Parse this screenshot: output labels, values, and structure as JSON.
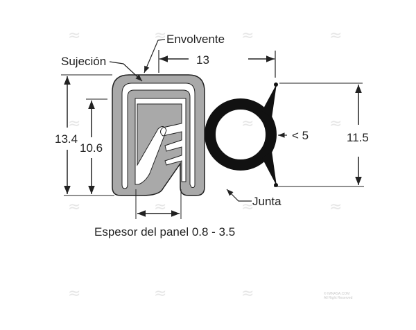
{
  "labels": {
    "envolvente": "Envolvente",
    "sujecion": "Sujeción",
    "junta": "Junta",
    "espesor": "Espesor del panel 0.8 - 3.5"
  },
  "dimensions": {
    "width": "13",
    "total_height": "13.4",
    "inner_height": "10.6",
    "seal_height": "11.5",
    "seal_width": "< 5"
  },
  "watermark": {
    "line1": "© IMNASA.COM",
    "line2": "All Right Reserved"
  },
  "colors": {
    "clip_fill": "#a9a9a9",
    "seal_fill": "#111111",
    "line": "#222222"
  }
}
